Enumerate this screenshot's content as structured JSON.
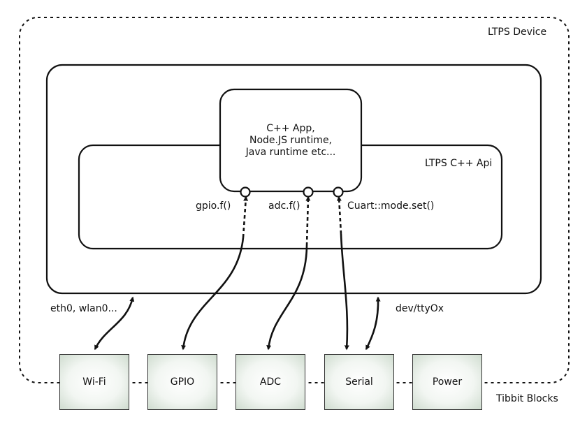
{
  "device": {
    "title": "LTPS Device"
  },
  "api": {
    "title": "LTPS C++ Api"
  },
  "app": {
    "lines": [
      "C++ App,",
      "Node.JS runtime,",
      "Java runtime etc..."
    ]
  },
  "calls": {
    "gpio": "gpio.f()",
    "adc": "adc.f()",
    "uart": "Cuart::mode.set()"
  },
  "interfaces": {
    "network": "eth0, wlan0...",
    "serial": "dev/ttyOx"
  },
  "blocks": {
    "group_label": "Tibbit Blocks",
    "items": [
      "Wi-Fi",
      "GPIO",
      "ADC",
      "Serial",
      "Power"
    ]
  }
}
